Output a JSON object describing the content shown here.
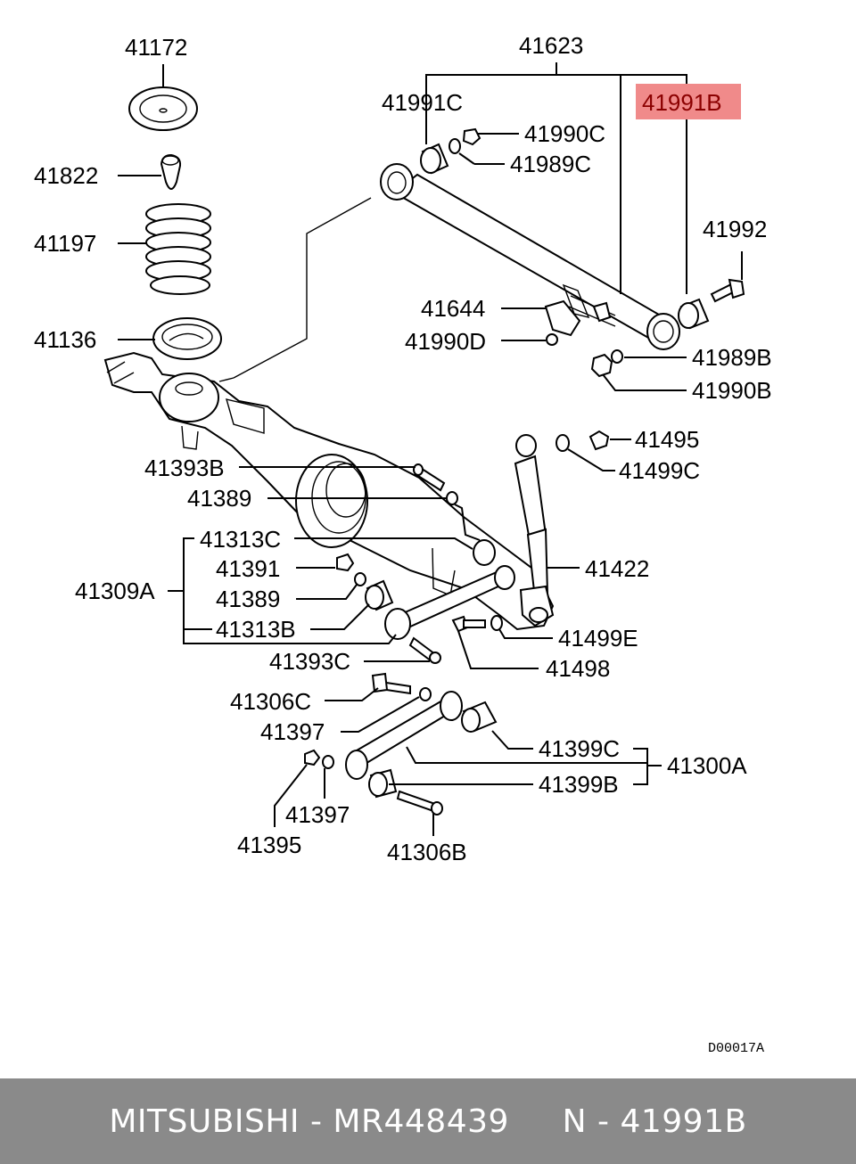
{
  "diagram": {
    "labels": {
      "l41623": "41623",
      "l41172": "41172",
      "l41991C": "41991C",
      "l41991B": "41991B",
      "l41990C": "41990C",
      "l41989C": "41989C",
      "l41822": "41822",
      "l41197": "41197",
      "l41992": "41992",
      "l41644": "41644",
      "l41136": "41136",
      "l41990D": "41990D",
      "l41989B": "41989B",
      "l41990B": "41990B",
      "l41495": "41495",
      "l41393B": "41393B",
      "l41499C": "41499C",
      "l41389a": "41389",
      "l41313C": "41313C",
      "l41391": "41391",
      "l41422": "41422",
      "l41309A": "41309A",
      "l41389b": "41389",
      "l41313B": "41313B",
      "l41499E": "41499E",
      "l41393C": "41393C",
      "l41498": "41498",
      "l41306C": "41306C",
      "l41397a": "41397",
      "l41399C": "41399C",
      "l41300A": "41300A",
      "l41399B": "41399B",
      "l41397b": "41397",
      "l41395": "41395",
      "l41306B": "41306B"
    },
    "code": "D00017A",
    "highlight_color": "#f08a8a",
    "highlight_text_color": "#8b0000"
  },
  "footer": {
    "text": "MITSUBISHI - MR448439     N - 41991B",
    "background": "#8a8a8a"
  }
}
